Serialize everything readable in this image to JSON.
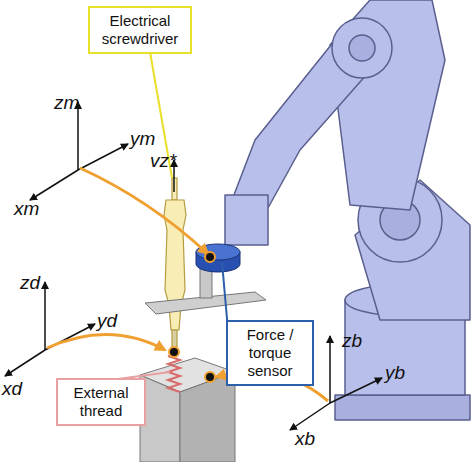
{
  "diagram": {
    "nodes": [
      {
        "text": [
          "Electrical screwdriver"
        ]
      },
      {
        "text": [
          "Force / torque sensor"
        ]
      },
      {
        "text": [
          "External thread"
        ]
      }
    ],
    "labels": [
      "zm",
      "ym",
      "xm",
      "vz*",
      "zd",
      "yd",
      "xd",
      "zb",
      "yb",
      "xb"
    ]
  }
}
